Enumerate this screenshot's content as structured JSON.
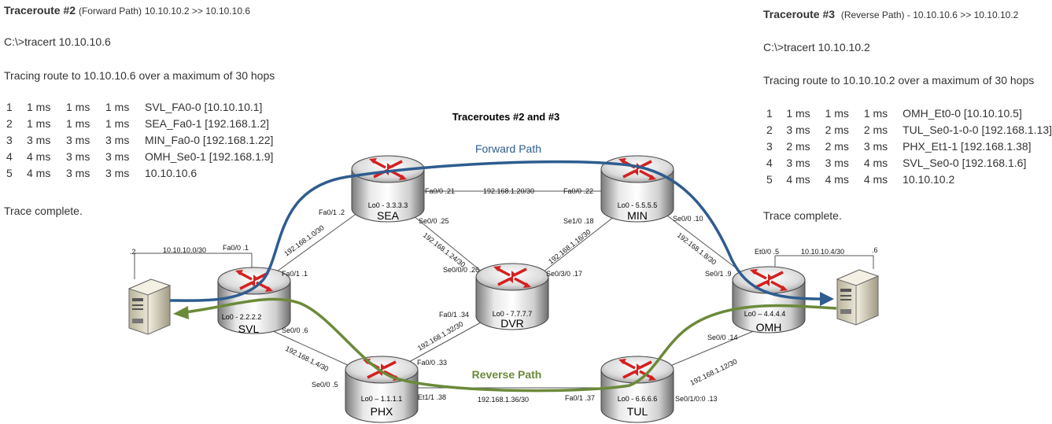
{
  "left": {
    "title_bold": "Traceroute #2",
    "title_sub": "(Forward Path)",
    "title_rest": "10.10.10.2 >> 10.10.10.6",
    "command": "C:\\>tracert 10.10.10.6",
    "tracing": "Tracing route to 10.10.10.6 over a maximum of 30 hops",
    "hops": [
      {
        "n": "1",
        "t1": "1 ms",
        "t2": "1 ms",
        "t3": "1 ms",
        "dest": "SVL_FA0-0 [10.10.10.1]"
      },
      {
        "n": "2",
        "t1": "1 ms",
        "t2": "1 ms",
        "t3": "1 ms",
        "dest": "SEA_Fa0-1 [192.168.1.2]"
      },
      {
        "n": "3",
        "t1": "3 ms",
        "t2": "3 ms",
        "t3": "3 ms",
        "dest": "MIN_Fa0-0 [192.168.1.22]"
      },
      {
        "n": "4",
        "t1": "4 ms",
        "t2": "3 ms",
        "t3": "3 ms",
        "dest": "OMH_Se0-1 [192.168.1.9]"
      },
      {
        "n": "5",
        "t1": "4 ms",
        "t2": "3 ms",
        "t3": "3 ms",
        "dest": "10.10.10.6"
      }
    ],
    "complete": "Trace complete."
  },
  "right": {
    "title_bold": "Traceroute #3",
    "title_sub": "(Reverse Path) - 10.10.10.6 >> 10.10.10.2",
    "command": "C:\\>tracert 10.10.10.2",
    "tracing": "Tracing route to 10.10.10.2 over a maximum of 30 hops",
    "hops": [
      {
        "n": "1",
        "t1": "1 ms",
        "t2": "1 ms",
        "t3": "1 ms",
        "dest": "OMH_Et0-0 [10.10.10.5]"
      },
      {
        "n": "2",
        "t1": "3 ms",
        "t2": "2 ms",
        "t3": "2 ms",
        "dest": "TUL_Se0-1-0-0 [192.168.1.13]"
      },
      {
        "n": "3",
        "t1": "2 ms",
        "t2": "2 ms",
        "t3": "3 ms",
        "dest": "PHX_Et1-1 [192.168.1.38]"
      },
      {
        "n": "4",
        "t1": "3 ms",
        "t2": "3 ms",
        "t3": "4 ms",
        "dest": "SVL_Se0-0 [192.168.1.6]"
      },
      {
        "n": "5",
        "t1": "4 ms",
        "t2": "4 ms",
        "t3": "4 ms",
        "dest": "10.10.10.2"
      }
    ],
    "complete": "Trace complete."
  },
  "diagram": {
    "title": "Traceroutes #2 and #3",
    "forward_label": "Forward Path",
    "reverse_label": "Reverse Path",
    "forward_color": "#2e5c8f",
    "reverse_color": "#6b8a3a",
    "routers": {
      "sea": {
        "name": "SEA",
        "lo": "Lo0 - 3.3.3.3"
      },
      "min": {
        "name": "MIN",
        "lo": "Lo0 - 5.5.5.5"
      },
      "svl": {
        "name": "SVL",
        "lo": "Lo0 - 2.2.2.2"
      },
      "dvr": {
        "name": "DVR",
        "lo": "Lo0 - 7.7.7.7"
      },
      "omh": {
        "name": "OMH",
        "lo": "Lo0 – 4.4.4.4"
      },
      "phx": {
        "name": "PHX",
        "lo": "Lo0 – 1.1.1.1"
      },
      "tul": {
        "name": "TUL",
        "lo": "Lo0 - 6.6.6.6"
      }
    },
    "labels": {
      "sea_fa00": "Fa0/0  .21",
      "sea_min_net": "192.168.1.20/30",
      "min_fa00": "Fa0/0  .22",
      "sea_fa01": "Fa0/1  .2",
      "sea_se00": "Se0/0  .25",
      "min_se10": "Se1/0  .18",
      "min_se00": "Se0/0  .10",
      "svl_lan_net": "10.10.10.0/30",
      "svl_fa00": "Fa0/0  .1",
      "host_left_ip": ".2",
      "svl_sea_net": "192.168.1.0/30",
      "sea_dvr_net": "192.168.1.24/30",
      "dvr_min_net": "192.168.1.16/30",
      "min_omh_net": "192.168.1.8/30",
      "omh_et00": "Et0/0  .5",
      "omh_lan_net": "10.10.10.4/30",
      "host_right_ip": ".6",
      "svl_fa01": "Fa0/1  .1",
      "dvr_se000": "Se0/0/0  .26",
      "dvr_se030": "Se0/3/0  .17",
      "omh_se01": "Se0/1  .9",
      "dvr_fa01": "Fa0/1  .34",
      "svl_se00": "Se0/0  .6",
      "dvr_phx_net": "192.168.1.32/30",
      "omh_se00": "Se0/0  .14",
      "svl_phx_net": "192.168.1.4/30",
      "phx_fa00": "Fa0/0  .33",
      "tul_omh_net": "192.168.1.12/30",
      "phx_se00": "Se0/0  .5",
      "phx_et11": "Et1/1  .38",
      "phx_tul_net": "192.168.1.36/30",
      "tul_fa01": "Fa0/1  .37",
      "tul_se010": "Se0/1/0:0  .13"
    }
  }
}
